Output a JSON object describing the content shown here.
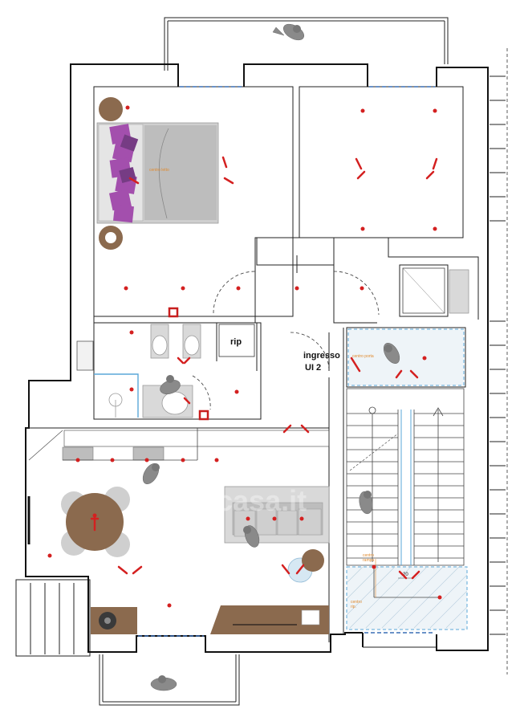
{
  "labels": {
    "room_rip": "rip",
    "entrance_line1": "ingresso",
    "entrance_line2": "UI 2",
    "watermark": "casa.it"
  },
  "annotations": {
    "bed_center": "centro letto",
    "door_center": "centro porta",
    "ramp_center_line1": "centro",
    "ramp_center_line2": "rampa",
    "landing_center_line1": "centro",
    "landing_center_line2": "rip.",
    "step_dim": "20"
  },
  "colors": {
    "walls": "#111111",
    "light_points": "#d42020",
    "annotation_text": "#e08a2e",
    "blue_lines": "#3a6fb5",
    "wood": "#8b6a4e",
    "pillows": "#9c3fa8",
    "marker_box": "#c81e1e"
  }
}
